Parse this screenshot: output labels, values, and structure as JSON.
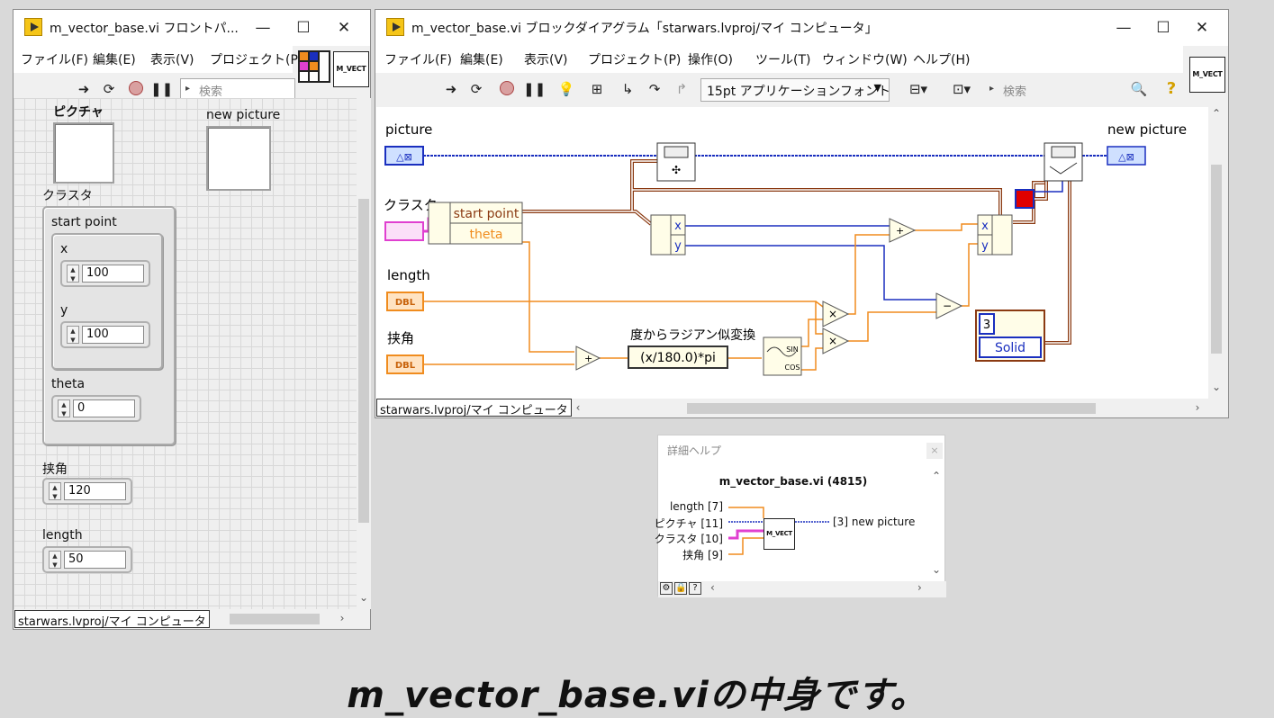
{
  "front_panel": {
    "title": "m_vector_base.vi フロントパ...",
    "menus": [
      "ファイル(F)",
      "編集(E)",
      "表示(V)",
      "プロジェクト(P)"
    ],
    "search_placeholder": "検索",
    "context": "starwars.lvproj/マイ コンピュータ",
    "picture_label": "ピクチャ",
    "new_picture_label": "new picture",
    "cluster_label": "クラスタ",
    "start_point_label": "start point",
    "x_label": "x",
    "x_value": "100",
    "y_label": "y",
    "y_value": "100",
    "theta_label": "theta",
    "theta_value": "0",
    "angle_label": "挟角",
    "angle_value": "120",
    "length_label": "length",
    "length_value": "50"
  },
  "block_diagram": {
    "title": "m_vector_base.vi ブロックダイアグラム「starwars.lvproj/マイ コンピュータ」",
    "menus": [
      "ファイル(F)",
      "編集(E)",
      "表示(V)",
      "プロジェクト(P)",
      "操作(O)",
      "ツール(T)",
      "ウィンドウ(W)",
      "ヘルプ(H)"
    ],
    "font_selector": "15pt アプリケーションフォント",
    "search_placeholder": "検索",
    "context": "starwars.lvproj/マイ コンピュータ",
    "picture_terminal": "picture",
    "new_picture_terminal": "new picture",
    "cluster_terminal": "クラスタ",
    "unbundle_start": "start point",
    "unbundle_theta": "theta",
    "length_terminal": "length",
    "angle_terminal": "挟角",
    "dbl_tag": "DBL",
    "formula_label": "度からラジアン似変換",
    "formula_expr": "(x/180.0)*pi",
    "x_field": "x",
    "y_field": "y",
    "sincos_sin": "SIN",
    "sincos_cos": "COS",
    "pen_width": "3",
    "line_style": "Solid",
    "plus_sign": "+",
    "minus_sign": "−",
    "times_sign": "×"
  },
  "icon_text": "M_VECT",
  "help": {
    "title": "詳細ヘルプ",
    "vi_name": "m_vector_base.vi (4815)",
    "inputs": [
      "length [7]",
      "ピクチャ [11]",
      "クラスタ [10]",
      "挟角 [9]"
    ],
    "output": "[3]  new picture",
    "close": "×"
  },
  "caption": "m_vector_base.viの中身です。",
  "window_controls": {
    "minimize": "—",
    "maximize": "☐",
    "close": "✕"
  },
  "colors": {
    "orange_wire": "#f08c1e",
    "blue_wire": "#1a2fbf",
    "brown_wire": "#8b3a12",
    "pink_wire": "#e040d0"
  }
}
